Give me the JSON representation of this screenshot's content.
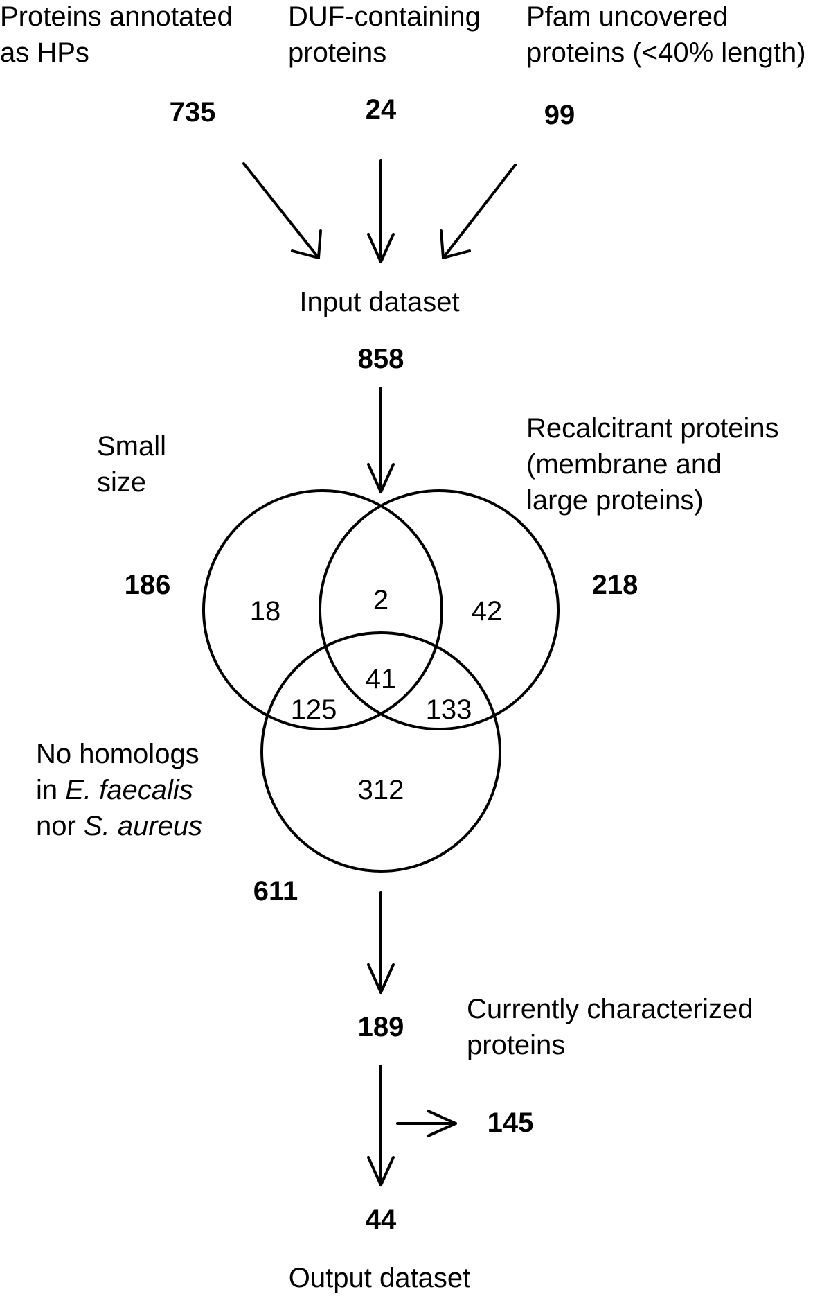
{
  "sources": {
    "hp": {
      "label_lines": [
        "Proteins annotated",
        "as HPs"
      ],
      "count": "735"
    },
    "duf": {
      "label_lines": [
        "DUF-containing",
        "proteins"
      ],
      "count": "24"
    },
    "pfam": {
      "label_lines": [
        "Pfam uncovered",
        "proteins (<40% length)"
      ],
      "count": "99"
    }
  },
  "input": {
    "label": "Input dataset",
    "count": "858"
  },
  "sets": {
    "small": {
      "label_lines": [
        "Small",
        "size"
      ],
      "total": "186"
    },
    "recalcitrant": {
      "label_lines": [
        "Recalcitrant proteins",
        "(membrane and",
        "large proteins)"
      ],
      "total": "218"
    },
    "nohomologs": {
      "line1": "No homologs",
      "line2_prefix": "in ",
      "line2_italic": "E. faecalis",
      "line3_prefix": "nor ",
      "line3_italic": "S. aureus",
      "total": "611"
    }
  },
  "regions": {
    "small_only": "18",
    "small_recal": "2",
    "recal_only": "42",
    "all_three": "41",
    "small_nohom": "125",
    "recal_nohom": "133",
    "nohom_only": "312"
  },
  "after_venn": {
    "count": "189"
  },
  "characterized": {
    "label_lines": [
      "Currently characterized",
      "proteins"
    ],
    "count": "145"
  },
  "output": {
    "label": "Output dataset",
    "count": "44"
  }
}
